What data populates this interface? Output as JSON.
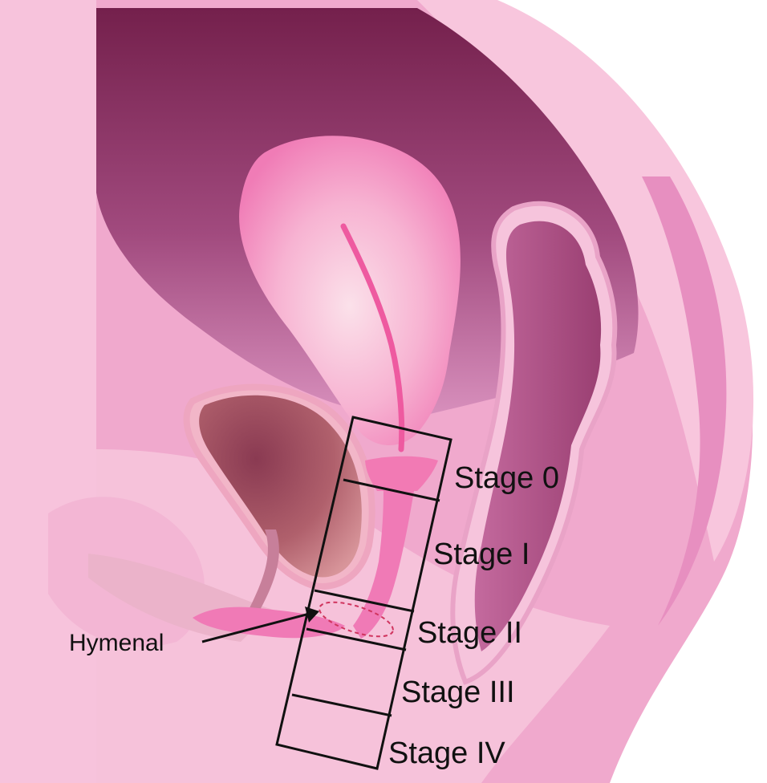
{
  "labels": {
    "stage_0": "Stage 0",
    "stage_1": "Stage I",
    "stage_2": "Stage II",
    "stage_3": "Stage III",
    "stage_4": "Stage IV",
    "hymenal": "Hymenal"
  },
  "colors": {
    "body_light": "#f7c6dc",
    "body_mid": "#e9a0c8",
    "cavity_dark": "#7a2352",
    "uterus": "#f48cbf",
    "canal": "#ee5aa0",
    "bladder": "#9a4a5e",
    "rectum": "#a04c7c",
    "outline": "#111111",
    "hymen_ring": "#d0345e"
  }
}
